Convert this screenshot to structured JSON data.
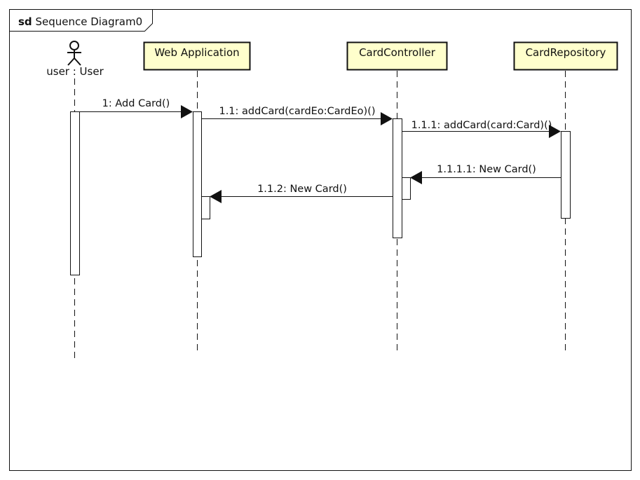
{
  "frame": {
    "keyword": "sd",
    "name": "Sequence Diagram0"
  },
  "actor": {
    "label": "user : User"
  },
  "lifelines": [
    {
      "id": "web",
      "label": "Web Application"
    },
    {
      "id": "controller",
      "label": "CardController"
    },
    {
      "id": "repository",
      "label": "CardRepository"
    }
  ],
  "messages": [
    {
      "id": "m1",
      "label": "1: Add Card()",
      "from": "user",
      "to": "web",
      "kind": "call"
    },
    {
      "id": "m2",
      "label": "1.1: addCard(cardEo:CardEo)()",
      "from": "web",
      "to": "controller",
      "kind": "call"
    },
    {
      "id": "m3",
      "label": "1.1.1: addCard(card:Card)()",
      "from": "controller",
      "to": "repository",
      "kind": "call"
    },
    {
      "id": "m4",
      "label": "1.1.1.1: New Card()",
      "from": "repository",
      "to": "controller",
      "kind": "call"
    },
    {
      "id": "m5",
      "label": "1.1.2: New Card()",
      "from": "controller",
      "to": "web",
      "kind": "call"
    }
  ],
  "colors": {
    "lifeline_box_fill": "#ffffcc",
    "line": "#111111",
    "background": "#ffffff"
  }
}
